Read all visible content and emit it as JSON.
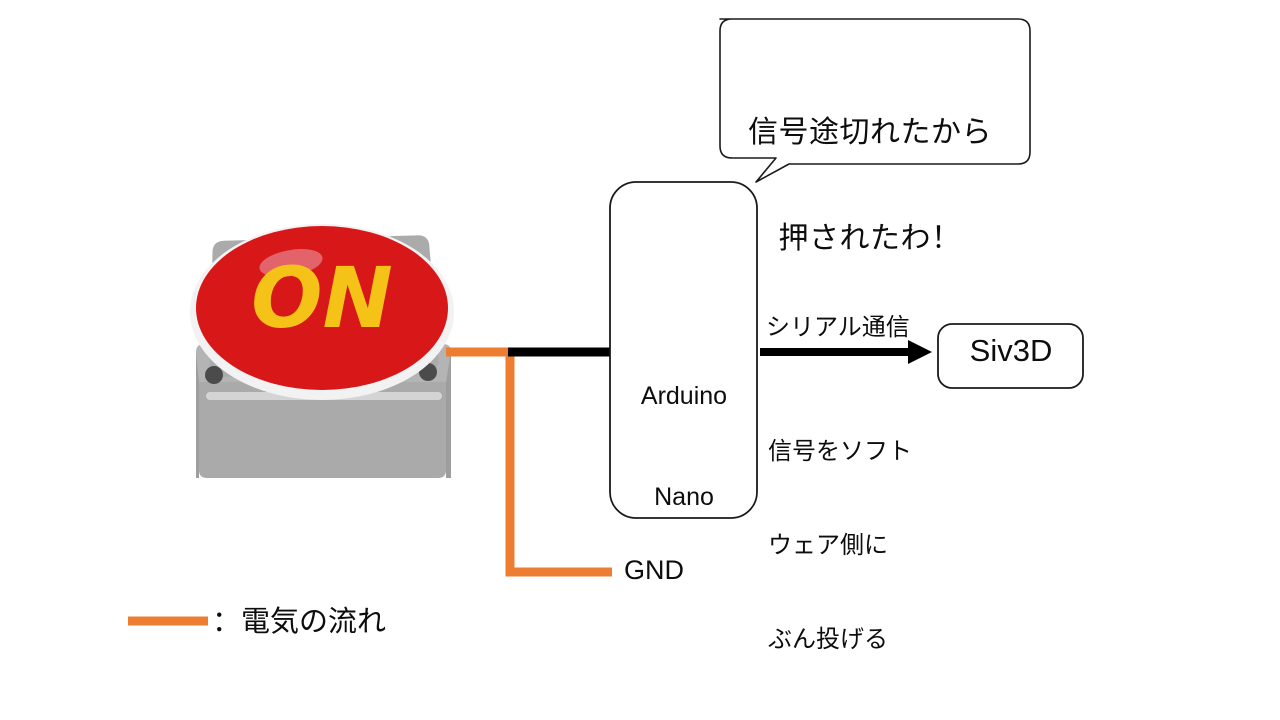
{
  "diagram": {
    "title": "Arduino Nano button to Siv3D serial communication diagram",
    "speech_bubble": {
      "name": "speech-bubble",
      "line1": "信号途切れたから",
      "line2": "押されたわ！",
      "text": "信号途切れたから\n押されたわ！"
    },
    "nodes": [
      {
        "id": "arduino",
        "label": "Arduino\nNano",
        "line1": "Arduino",
        "line2": "Nano",
        "shape": "rounded-rect"
      },
      {
        "id": "siv3d",
        "label": "Siv3D",
        "shape": "rounded-rect"
      }
    ],
    "button_device": {
      "name": "push-button-illustration",
      "cap_text": "ON",
      "cap_color": "#D71718",
      "cap_text_color": "#F5C217",
      "body_color": "#ADADAD",
      "body_top_color": "#9D9D9D",
      "screw_color": "#4A4A4A"
    },
    "edges": [
      {
        "id": "serial-edge",
        "label_above": "シリアル通信",
        "label_below_line1": "信号をソフト",
        "label_below_line2": "ウェア側に",
        "label_below_line3": "ぶん投げる",
        "label_below": "信号をソフト\nウェア側に\nぶん投げる",
        "color": "#000000",
        "arrow": true
      },
      {
        "id": "signal-wire",
        "label": "",
        "color": "#000000",
        "arrow": false
      },
      {
        "id": "gnd-wire",
        "label": "GND",
        "color": "#ED7D31",
        "arrow": false
      }
    ],
    "legend": {
      "name": "legend",
      "line_color": "#ED7D31",
      "label": "：電気の流れ"
    },
    "colors": {
      "orange_wire": "#ED7D31",
      "black_wire": "#000000",
      "stroke": "#1A1A1A",
      "background": "#FFFFFF"
    }
  }
}
